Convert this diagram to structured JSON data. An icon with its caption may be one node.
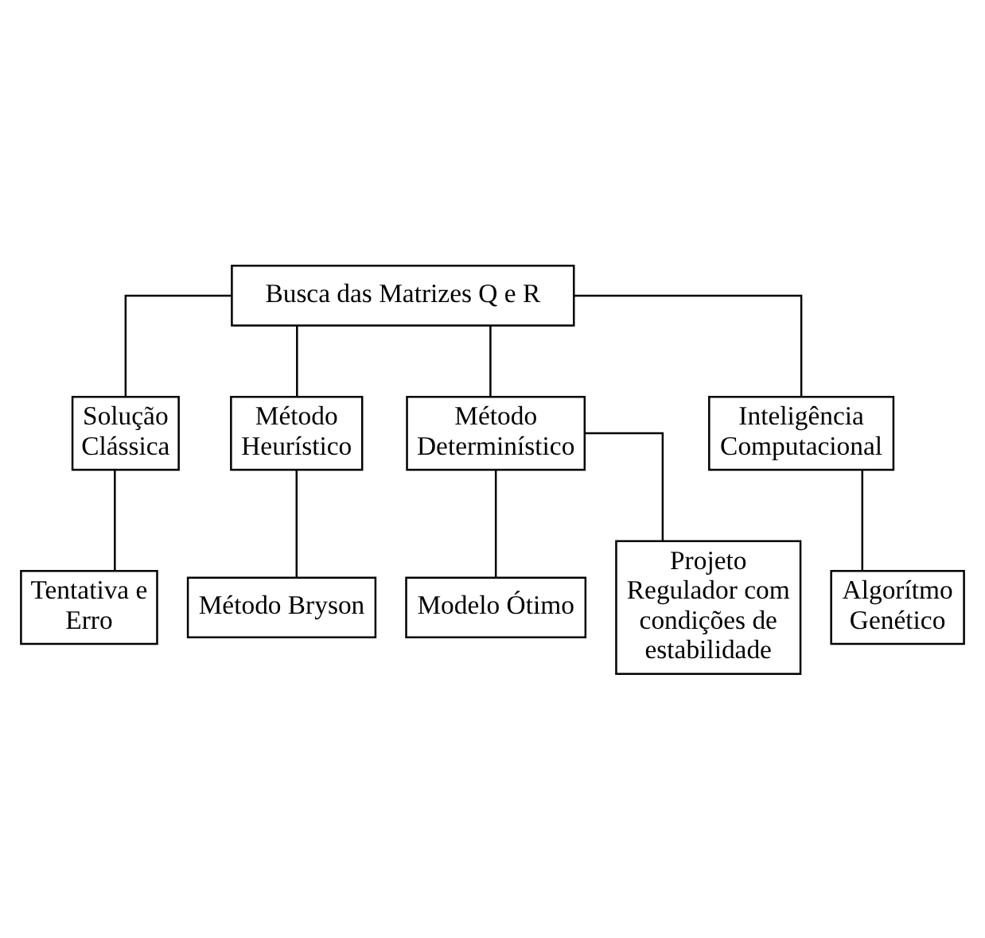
{
  "diagram": {
    "nodes": [
      {
        "text": [
          "Busca das Matrizes Q e R"
        ]
      },
      {
        "text": [
          "Solução Clássica"
        ]
      },
      {
        "text": [
          "Método Heurístico"
        ]
      },
      {
        "text": [
          "Método Determinístico"
        ]
      },
      {
        "text": [
          "Inteligência Computacional"
        ]
      },
      {
        "text": [
          "Tentativa e Erro"
        ]
      },
      {
        "text": [
          "Método Bryson"
        ]
      },
      {
        "text": [
          "Modelo Ótimo"
        ]
      },
      {
        "text": [
          "Projeto Regulador com condições de estabilidade"
        ]
      },
      {
        "text": [
          "Algorítmo Genético"
        ]
      }
    ],
    "edges": [
      {
        "from": 0,
        "to": 1,
        "arrow": "none"
      },
      {
        "from": 0,
        "to": 2,
        "arrow": "none"
      },
      {
        "from": 0,
        "to": 3,
        "arrow": "none"
      },
      {
        "from": 0,
        "to": 4,
        "arrow": "none"
      },
      {
        "from": 1,
        "to": 5,
        "arrow": "none"
      },
      {
        "from": 2,
        "to": 6,
        "arrow": "none"
      },
      {
        "from": 3,
        "to": 7,
        "arrow": "none"
      },
      {
        "from": 3,
        "to": 8,
        "arrow": "none"
      },
      {
        "from": 4,
        "to": 9,
        "arrow": "none"
      }
    ]
  }
}
